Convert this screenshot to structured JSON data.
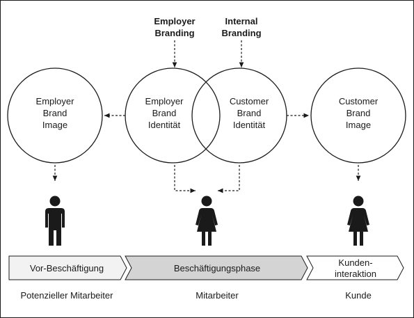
{
  "top_labels": {
    "employer_branding": [
      "Employer",
      "Branding"
    ],
    "internal_branding": [
      "Internal",
      "Branding"
    ]
  },
  "circles": {
    "employer_brand_image": [
      "Employer",
      "Brand",
      "Image"
    ],
    "employer_brand_identity": [
      "Employer",
      "Brand",
      "Identität"
    ],
    "customer_brand_identity": [
      "Customer",
      "Brand",
      "Identität"
    ],
    "customer_brand_image": [
      "Customer",
      "Brand",
      "Image"
    ]
  },
  "phases": {
    "pre": "Vor-Beschäftigung",
    "employment": "Beschäftigungsphase",
    "customer": [
      "Kunden-",
      "interaktion"
    ]
  },
  "captions": {
    "potential": "Potenzieller Mitarbeiter",
    "employee": "Mitarbeiter",
    "customer": "Kunde"
  },
  "colors": {
    "stroke": "#1a1a1a",
    "phase_pre_fill": "#f2f2f2",
    "phase_employment_fill": "#d4d4d4",
    "phase_customer_fill": "#ffffff"
  },
  "icons": {
    "potential": "male-person-icon",
    "employee": "female-person-icon",
    "customer": "female-person-icon"
  }
}
